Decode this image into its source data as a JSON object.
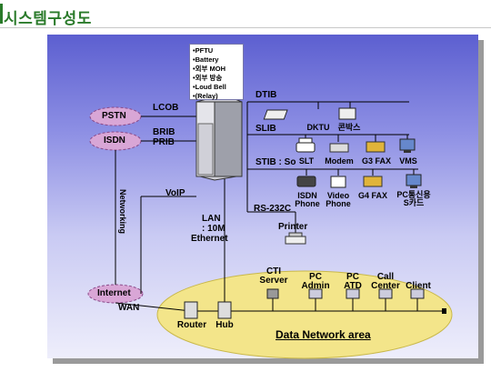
{
  "title": "시스템구성도",
  "features": [
    "•PFTU",
    "•Battery",
    "•외부 MOH",
    "•외부 방송",
    "•Loud Bell",
    "•(Relay)"
  ],
  "clouds": {
    "pstn": "PSTN",
    "isdn": "ISDN",
    "internet": "Internet"
  },
  "links": {
    "lcob": "LCOB",
    "brib": "BRIB",
    "prib": "PRIB",
    "voip": "VoIP",
    "networking": "Networking",
    "wan": "WAN"
  },
  "boards": {
    "dtib": "DTIB",
    "slib": "SLIB",
    "stib": "STIB : So",
    "rs232c": "RS-232C"
  },
  "lan": [
    "LAN",
    ": 10M",
    "Ethernet"
  ],
  "devices": {
    "dktu": "DKTU",
    "konpax": "콘박스",
    "slt": "SLT",
    "modem": "Modem",
    "g3fax": "G3 FAX",
    "vms": "VMS",
    "isdn_phone": [
      "ISDN",
      "Phone"
    ],
    "video_phone": [
      "Video",
      "Phone"
    ],
    "g4fax": "G4 FAX",
    "pc_card": [
      "PC통신용",
      "S카드"
    ],
    "printer": "Printer",
    "cti_server": [
      "CTI",
      "Server"
    ],
    "pc_admin": [
      "PC",
      "Admin"
    ],
    "pc_atd": [
      "PC",
      "ATD"
    ],
    "call_center": [
      "Call",
      "Center"
    ],
    "client": "Client",
    "router": "Router",
    "hub": "Hub"
  },
  "area_label": "Data Network area",
  "colors": {
    "title": "#2a7a2a",
    "panel_top": "#5c5fd0",
    "panel_bottom": "#eeeefb",
    "cloud": "#d9a6d6",
    "network_area": "#f3e58a"
  }
}
